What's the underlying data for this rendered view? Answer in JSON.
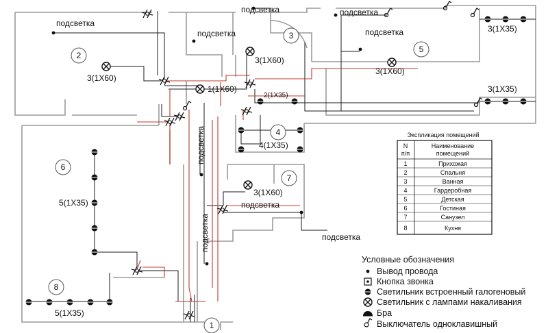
{
  "colors": {
    "wall": "#9a9a9a",
    "wire_black": "#1a1a1a",
    "wire_red": "#c0392b",
    "background": "#ffffff"
  },
  "rooms": [
    "1",
    "2",
    "3",
    "4",
    "5",
    "6",
    "7",
    "8"
  ],
  "labels": {
    "backlight": "подсветка",
    "r2_lamps": "3(1X60)",
    "r3_lamp": "3(1X60)",
    "r5_lamps": "3(1X60)",
    "top_right_lamps": "3(1X35)",
    "right_lamps": "3(1X35)",
    "center_lamp": "1(1X60)",
    "center_small": "2(1X35)",
    "r4_lamps": "4(1X35)",
    "r7_lamps": "3(1X60)",
    "r6_lamps": "5(1X35)",
    "r8_lamps": "5(1X35)"
  },
  "explication": {
    "title": "Экспликация помещений",
    "head_n": "N",
    "head_np": "п/п",
    "head_name1": "Наименование",
    "head_name2": "помещений",
    "rows": [
      {
        "n": "1",
        "name": "Прихожая"
      },
      {
        "n": "2",
        "name": "Спальня"
      },
      {
        "n": "3",
        "name": "Ванная"
      },
      {
        "n": "4",
        "name": "Гардеробная"
      },
      {
        "n": "5",
        "name": "Детская"
      },
      {
        "n": "6",
        "name": "Гостиная"
      },
      {
        "n": "7",
        "name": "Санузел"
      },
      {
        "n": "8",
        "name": "Кухня"
      }
    ]
  },
  "legend": {
    "title": "Условные обозначения",
    "items": [
      {
        "icon": "wire-outlet-icon",
        "text": "Вывод провода"
      },
      {
        "icon": "doorbell-button-icon",
        "text": "Кнопка звонка"
      },
      {
        "icon": "halogen-spotlight-icon",
        "text": "Светильник встроенный галогеновый"
      },
      {
        "icon": "incandescent-lamp-icon",
        "text": "Светильник с лампами накаливания"
      },
      {
        "icon": "sconce-icon",
        "text": "Бра"
      },
      {
        "icon": "single-switch-icon",
        "text": "Выключатель одноклавишный"
      }
    ]
  }
}
